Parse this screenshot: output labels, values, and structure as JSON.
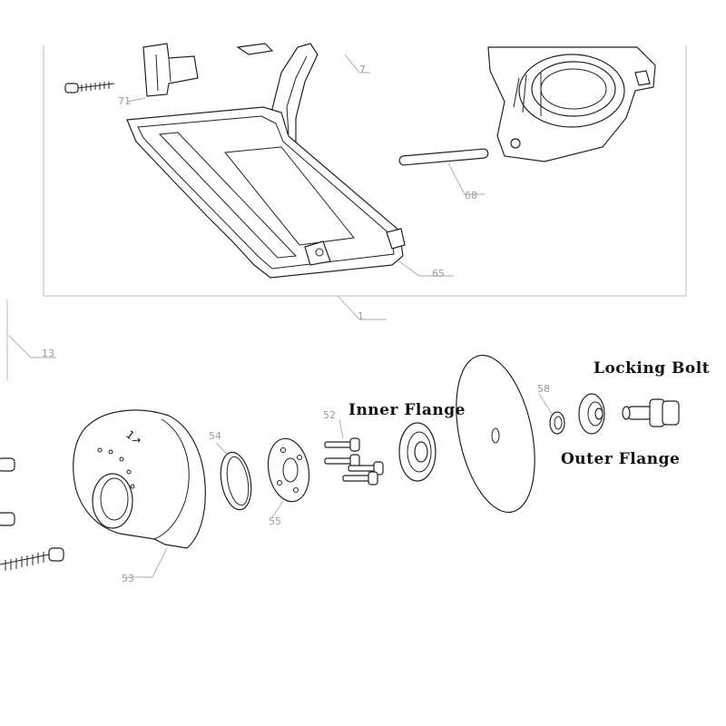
{
  "callouts": {
    "c1": "1",
    "c7": "7",
    "c13": "13",
    "c52": "52",
    "c53": "53",
    "c54": "54",
    "c55": "55",
    "c58": "58",
    "c65": "65",
    "c68": "68",
    "c71": "71"
  },
  "annotations": {
    "inner_flange": "Inner Flange",
    "outer_flange": "Outer Flange",
    "locking_bolt": "Locking Bolt"
  }
}
